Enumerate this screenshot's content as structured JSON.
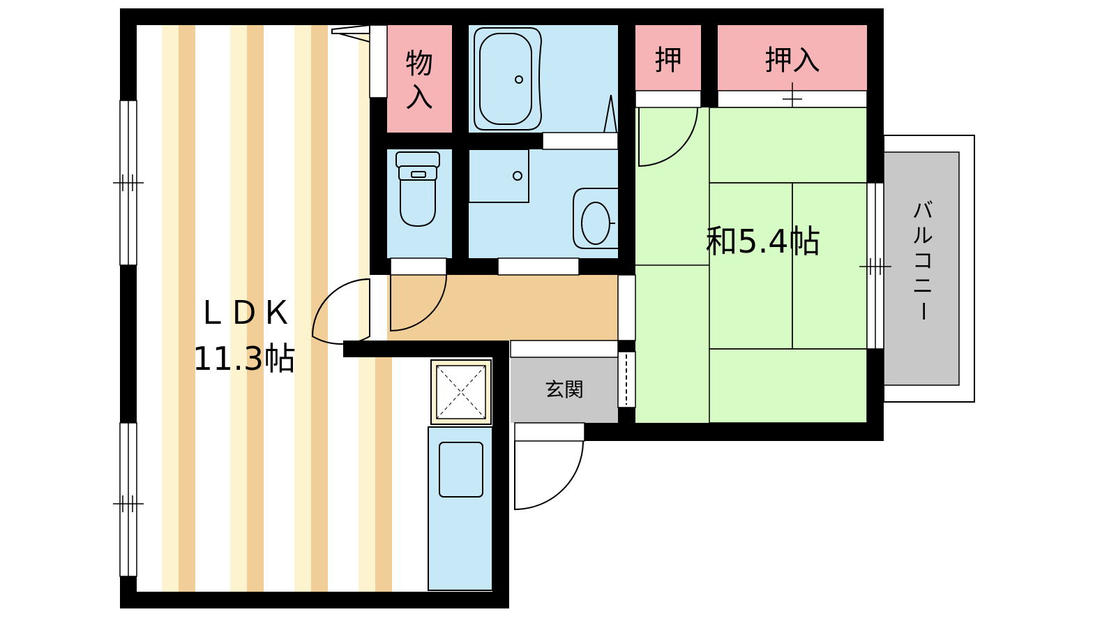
{
  "floorplan": {
    "rooms": {
      "ldk": {
        "name": "ＬＤＫ",
        "size": "11.3帖"
      },
      "washitsu": {
        "name": "和5.4帖"
      },
      "storage": {
        "name_top": "物",
        "name_bottom": "入"
      },
      "oshi_small": {
        "name": "押"
      },
      "oshiire": {
        "name": "押入"
      },
      "genkan": {
        "name": "玄関"
      },
      "balcony": {
        "chars": [
          "バ",
          "ル",
          "コ",
          "ニ",
          "ー"
        ]
      }
    },
    "colors": {
      "wall": "#000000",
      "ldk_stripe_light": "#fdf3cf",
      "ldk_stripe_dark": "#f1cd97",
      "ldk_base": "#ffffff",
      "storage": "#f7b4b6",
      "wet_area": "#c6e8f7",
      "tatami": "#d6fbc4",
      "hallway": "#f1cd97",
      "genkan": "#c8c8c8",
      "balcony": "#c8c8c8"
    },
    "icons": [
      "bathtub-icon",
      "toilet-icon",
      "washbasin-icon",
      "kitchen-sink-icon",
      "exhaust-fan-icon",
      "door-swing-icon",
      "window-icon"
    ]
  }
}
